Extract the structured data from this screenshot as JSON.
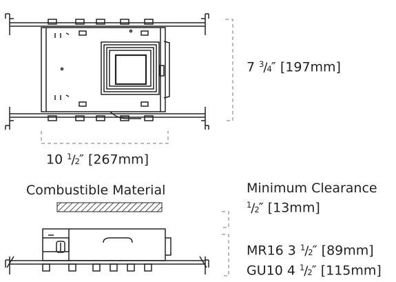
{
  "labels": {
    "height": {
      "whole": "7",
      "num": "3",
      "den": "4",
      "rest": "″ [197mm]"
    },
    "width": {
      "whole": "10",
      "num": "1",
      "den": "2",
      "rest": "″ [267mm]"
    },
    "combustible": "Combustible Material",
    "min_clearance": "Minimum Clearance",
    "clearance": {
      "whole": "",
      "num": "1",
      "den": "2",
      "rest": "″ [13mm]"
    },
    "mr16": {
      "whole": "MR16 3",
      "num": "1",
      "den": "2",
      "rest": "″ [89mm]"
    },
    "gu10": {
      "whole": "GU10 4",
      "num": "1",
      "den": "2",
      "rest": "″ [115mm]"
    }
  }
}
